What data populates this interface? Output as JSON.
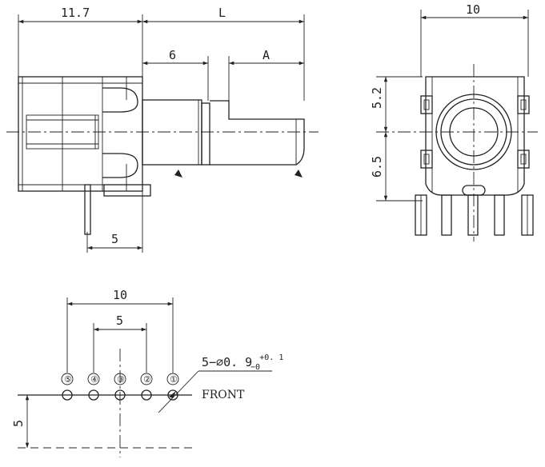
{
  "dimensions": {
    "side_total": "11.7",
    "side_length": "L",
    "side_six": "6",
    "side_a": "A",
    "side_pin_offset": "5",
    "front_width": "10",
    "front_upper": "5.2",
    "front_lower": "6.5",
    "pcb_width": "10",
    "pcb_spacing": "5",
    "pcb_offset": "5"
  },
  "pcb": {
    "hole_spec_main": "5−⌀0. 9",
    "hole_tol_plus": "+0. 1",
    "hole_tol_minus": "−0",
    "front_label": "FRONT",
    "pins": [
      "⑤",
      "④",
      "③",
      "②",
      "①"
    ]
  }
}
